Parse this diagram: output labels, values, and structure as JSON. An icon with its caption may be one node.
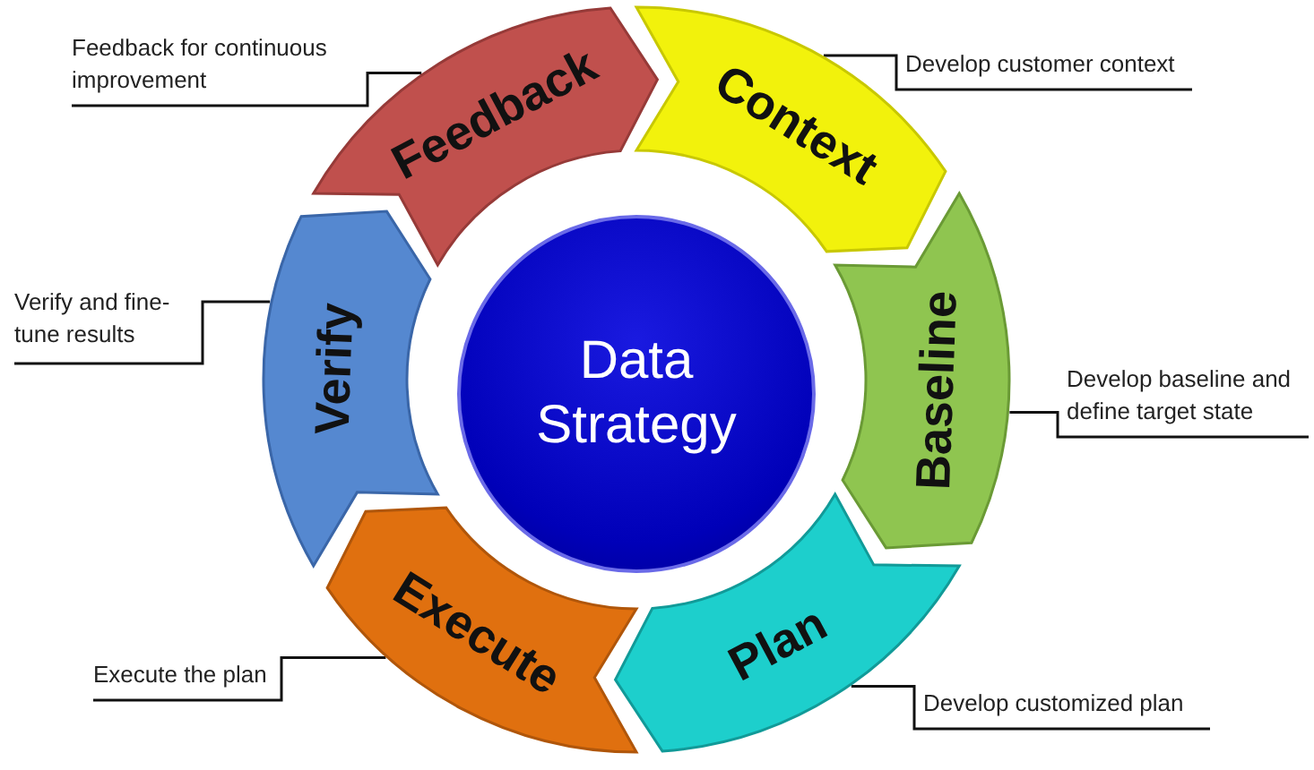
{
  "diagram": {
    "nodes": [
      {
        "text": [
          "Data Strategy"
        ]
      },
      {
        "text": [
          "Context"
        ]
      },
      {
        "text": [
          "Baseline"
        ]
      },
      {
        "text": [
          "Plan"
        ]
      },
      {
        "text": [
          "Execute"
        ]
      },
      {
        "text": [
          "Verify"
        ]
      },
      {
        "text": [
          "Feedback"
        ]
      },
      {
        "text": [
          "Develop customer context"
        ]
      },
      {
        "text": [
          "Develop baseline and define target state"
        ]
      },
      {
        "text": [
          "Develop customized plan"
        ]
      },
      {
        "text": [
          "Execute the plan"
        ]
      },
      {
        "text": [
          "Verify and fine-tune results"
        ]
      },
      {
        "text": [
          "Feedback for continuous improvement"
        ]
      }
    ],
    "edges": [
      {
        "from": 7,
        "to": 1,
        "arrow": "none"
      },
      {
        "from": 8,
        "to": 2,
        "arrow": "none"
      },
      {
        "from": 9,
        "to": 3,
        "arrow": "none"
      },
      {
        "from": 10,
        "to": 4,
        "arrow": "none"
      },
      {
        "from": 11,
        "to": 5,
        "arrow": "none"
      },
      {
        "from": 12,
        "to": 6,
        "arrow": "none"
      }
    ]
  }
}
